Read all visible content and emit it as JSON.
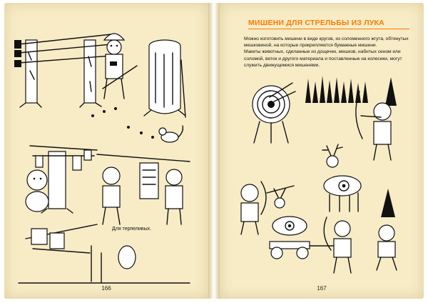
{
  "left_page": {
    "caption": "Для терпеливых.",
    "page_number": "166"
  },
  "right_page": {
    "title": "МИШЕНИ ДЛЯ СТРЕЛЬБЫ ИЗ ЛУКА",
    "paragraphs": [
      "Можно изготовить мишени в виде кругов, из соломенного жгута, обтянутых мешковиной, на которые прикрепляются бумажные мишени.",
      "Макеты животных, сделанные из дощечек, мешков, набитых сеном или соломой, веток и другого материала и поставленные на колесики, могут служить движущимися мишенями."
    ],
    "page_number": "167"
  },
  "colors": {
    "paper": "#f7ecc6",
    "title_accent": "#ff7a00",
    "ink": "#111111"
  }
}
